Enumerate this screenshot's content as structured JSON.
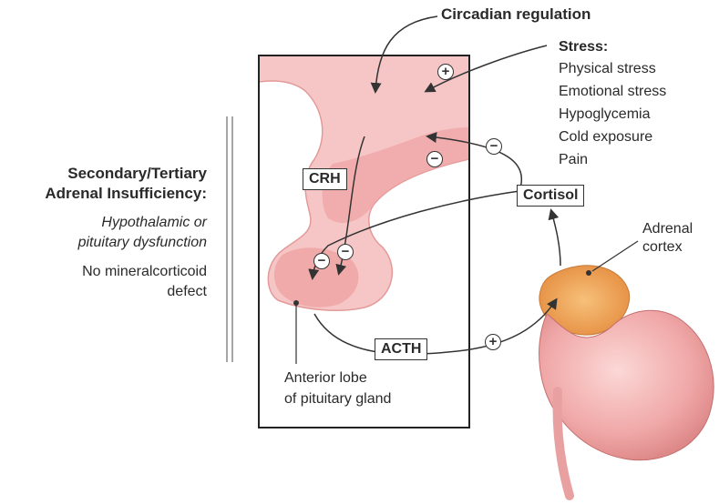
{
  "labels": {
    "circadian": "Circadian regulation",
    "stress_title": "Stress:",
    "stress_items": [
      "Physical stress",
      "Emotional stress",
      "Hypoglycemia",
      "Cold exposure",
      "Pain"
    ],
    "crh": "CRH",
    "cortisol": "Cortisol",
    "acth": "ACTH",
    "adrenal_cortex_line1": "Adrenal",
    "adrenal_cortex_line2": "cortex",
    "anterior_lobe_line1": "Anterior lobe",
    "anterior_lobe_line2": "of pituitary gland"
  },
  "sidebar": {
    "title_line1": "Secondary/Tertiary",
    "title_line2": "Adrenal Insufficiency:",
    "desc_line1": "Hypothalamic or",
    "desc_line2": "pituitary dysfunction",
    "note_line1": "No mineralcorticoid",
    "note_line2": "defect"
  },
  "signs": {
    "plus": "+",
    "minus": "−"
  },
  "colors": {
    "tissue_light": "#f6c6c6",
    "tissue_mid": "#f0a3a3",
    "adrenal": "#f2a45c",
    "kidney": "#f0a8a8"
  }
}
